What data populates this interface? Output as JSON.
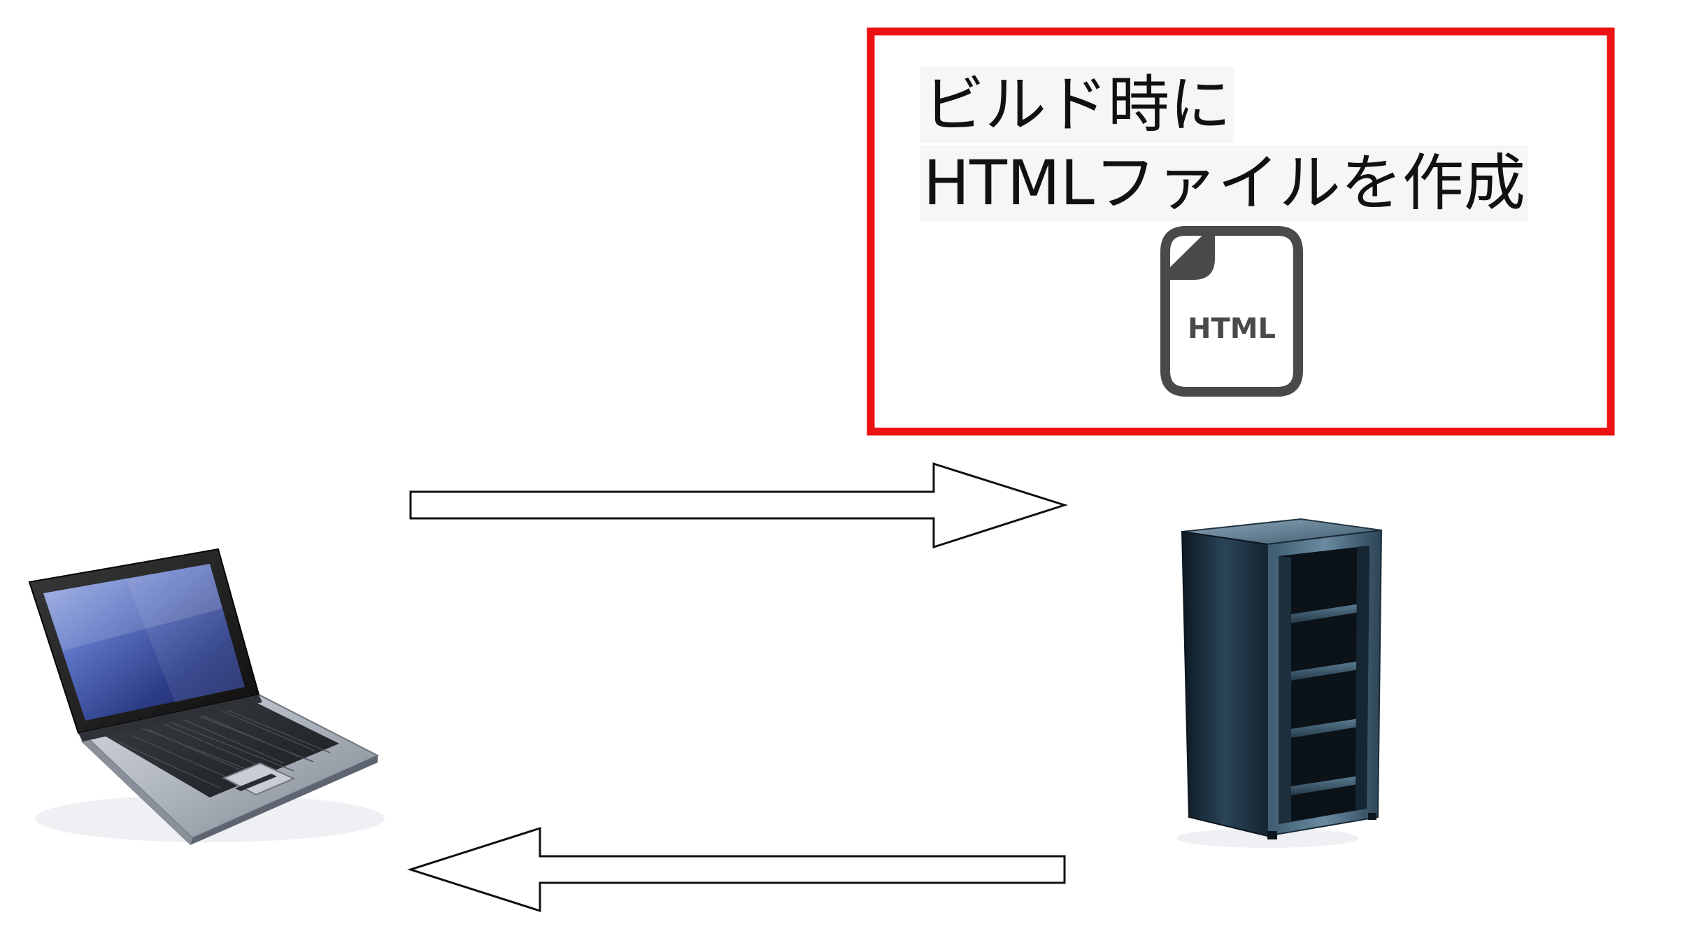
{
  "callout": {
    "lines": [
      "ビルド時に",
      "HTMLファイルを作成"
    ],
    "border_color": "#ee1111"
  },
  "file_icon": {
    "icon": "html-file-icon",
    "label": "HTML",
    "color": "#4a4a4a"
  },
  "nodes": {
    "client": {
      "icon": "laptop-icon"
    },
    "server": {
      "icon": "server-rack-icon"
    }
  },
  "arrows": [
    {
      "icon": "right-arrow-icon",
      "from": "client",
      "to": "server"
    },
    {
      "icon": "left-arrow-icon",
      "from": "server",
      "to": "client"
    }
  ]
}
